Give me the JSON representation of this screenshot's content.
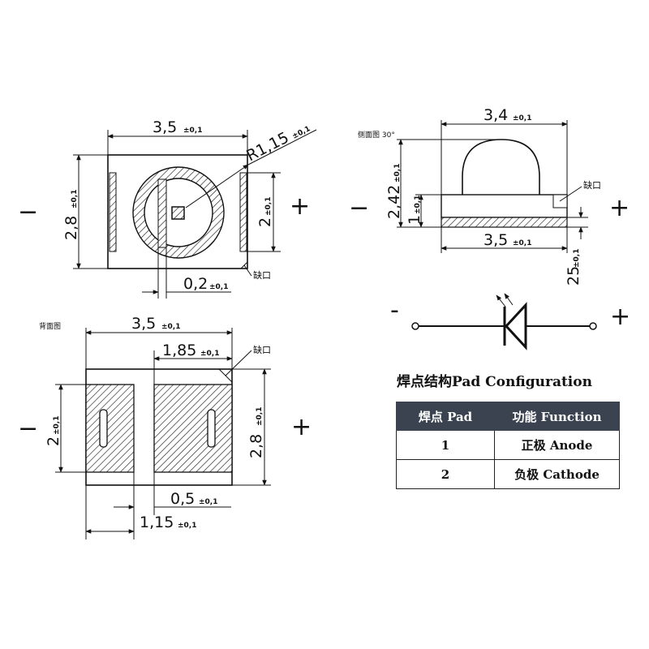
{
  "front_view": {
    "width_value": "3,5",
    "width_tol": "±0,1",
    "height_value": "2,8",
    "height_tol": "±0,1",
    "radius_value": "R1,15",
    "radius_tol": "±0,1",
    "pad_height_value": "2",
    "pad_height_tol": "±0,1",
    "gap_value": "0,2",
    "gap_tol": "±0,1",
    "notch_label": "缺口",
    "minus_sign": "−",
    "plus_sign": "+"
  },
  "side_view": {
    "label": "侧面图 30°",
    "width_top_value": "3,4",
    "width_top_tol": "±0,1",
    "height_total_value": "2,42",
    "height_total_tol": "±0,1",
    "height_body_value": "1",
    "height_body_tol": "±0,1",
    "width_bottom_value": "3,5",
    "width_bottom_tol": "±0,1",
    "thickness_value": "25",
    "thickness_tol": "±0,1",
    "notch_label": "缺口",
    "minus_sign": "−",
    "plus_sign": "+"
  },
  "back_view": {
    "label": "背面图",
    "width_value": "3,5",
    "width_tol": "±0,1",
    "pad_width_value": "1,85",
    "pad_width_tol": "±0,1",
    "height_value": "2,8",
    "height_tol": "±0,1",
    "pad_height_value": "2",
    "pad_height_tol": "±0,1",
    "gap_value": "0,5",
    "gap_tol": "±0,1",
    "left_pad_value": "1,15",
    "left_pad_tol": "±0,1",
    "notch_label": "缺口",
    "minus_sign": "−",
    "plus_sign": "+"
  },
  "symbol": {
    "minus_sign": "-",
    "plus_sign": "+"
  },
  "pad_config": {
    "title": "焊点结构Pad  Configuration",
    "headers": [
      "焊点 Pad",
      "功能 Function"
    ],
    "rows": [
      {
        "pad": "1",
        "function": "正极 Anode"
      },
      {
        "pad": "2",
        "function": "负极 Cathode"
      }
    ],
    "header_color": "#3b4350"
  }
}
